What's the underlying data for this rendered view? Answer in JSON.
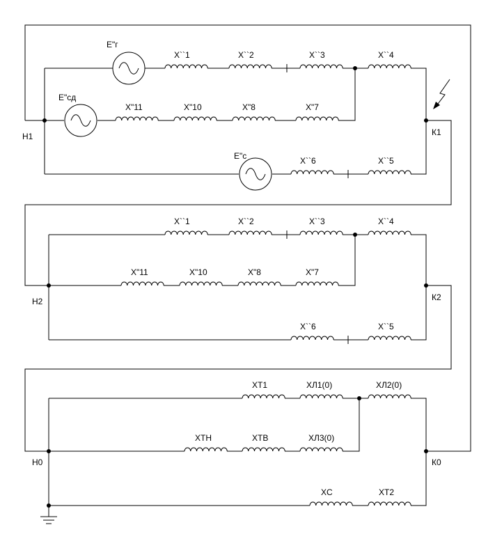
{
  "colors": {
    "wire": "#000000",
    "background": "#ffffff"
  },
  "sources": {
    "eg": "E\"г",
    "esd": "E\"сд",
    "ec": "E\"с"
  },
  "nodes": {
    "h1": "Н1",
    "k1": "К1",
    "h2": "Н2",
    "k2": "К2",
    "h0": "Н0",
    "k0": "К0"
  },
  "positive_sequence": {
    "x1": "X``1",
    "x2": "X``2",
    "x3": "X``3",
    "x4": "X``4",
    "x11": "X\"11",
    "x10": "X\"10",
    "x8": "X\"8",
    "x7": "X\"7",
    "x6": "X``6",
    "x5": "X``5"
  },
  "negative_sequence": {
    "x1": "X``1",
    "x2": "X``2",
    "x3": "X``3",
    "x4": "X``4",
    "x11": "X\"11",
    "x10": "X\"10",
    "x8": "X\"8",
    "x7": "X\"7",
    "x6": "X``6",
    "x5": "X``5"
  },
  "zero_sequence": {
    "xt1": "XT1",
    "xl1": "XЛ1(0)",
    "xl2": "XЛ2(0)",
    "xtn": "XTH",
    "xtv": "XTB",
    "xl3": "XЛ3(0)",
    "xc": "XC",
    "xt2": "XT2"
  },
  "symbols": {
    "fault": "lightning-arrow-icon",
    "ground": "ground-icon",
    "source": "ac-source-icon"
  }
}
